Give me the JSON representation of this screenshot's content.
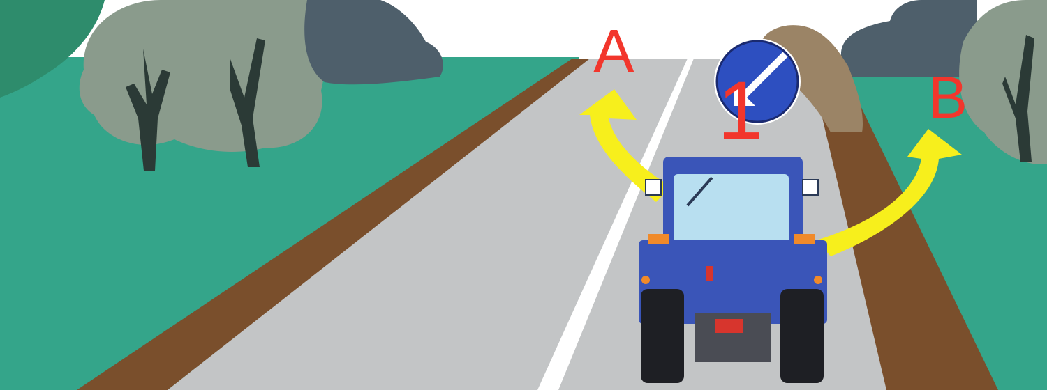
{
  "scene": {
    "labels": {
      "route_a": "A",
      "route_b": "B",
      "sign_number": "1"
    },
    "road_sign": {
      "name": "keep-left-sign",
      "arrow_direction": "down-left"
    },
    "colors": {
      "sky": "#ffffff",
      "grass": "#34a58a",
      "shoulder": "#7a4f2c",
      "road": "#c3c5c6",
      "lane_marking": "#ffffff",
      "label_red": "#f2362c",
      "route_arrow": "#f7ef1c",
      "sign_blue": "#2d4fc0",
      "sign_border": "#ffffff",
      "tractor_blue": "#3a55b8",
      "tractor_window": "#b8dff0",
      "tree_foliage": "#8a9b8c",
      "bush_dark": "#4e5f6b",
      "rock": "#9b8466"
    },
    "icons": {
      "route_arrow_a": "curved-arrow-up-left-icon",
      "route_arrow_b": "curved-arrow-up-right-icon",
      "sign_arrow": "arrow-down-left-icon"
    }
  }
}
